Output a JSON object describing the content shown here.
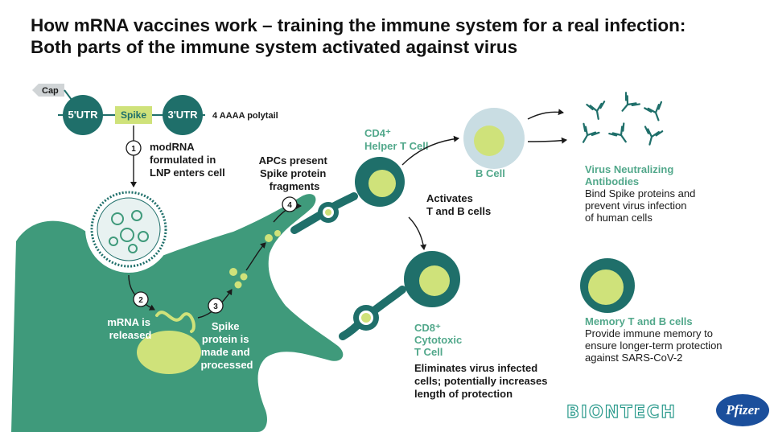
{
  "title": {
    "line1": "How mRNA vaccines work – training the immune system for a real infection:",
    "line2": "Both parts of the immune system activated against virus"
  },
  "mrna_construct": {
    "cap": "Cap",
    "utr5": "5'UTR",
    "spike": "Spike",
    "utr3": "3'UTR",
    "polytail": "4 AAAA polytail"
  },
  "steps": [
    {
      "number": "1",
      "text": [
        "modRNA",
        "formulated in",
        "LNP enters cell"
      ]
    },
    {
      "number": "2",
      "text": [
        "mRNA is",
        "released"
      ]
    },
    {
      "number": "3",
      "text": [
        "Spike",
        "protein is",
        "made and",
        "processed"
      ]
    },
    {
      "number": "4",
      "text": [
        "APCs present",
        "Spike protein",
        "fragments"
      ]
    }
  ],
  "cells": {
    "helper": [
      "CD4⁺",
      "Helper T Cell"
    ],
    "activates": [
      "Activates",
      "T and B cells"
    ],
    "bcell": "B Cell",
    "cytotoxic": [
      "CD8⁺",
      "Cytotoxic",
      "T Cell"
    ],
    "cytotoxic_desc": [
      "Eliminates virus infected",
      "cells; potentially increases",
      "length of protection"
    ]
  },
  "antibodies": {
    "title": [
      "Virus Neutralizing",
      "Antibodies"
    ],
    "desc": [
      "Bind Spike proteins and",
      "prevent virus infection",
      "of human cells"
    ]
  },
  "memory": {
    "title": "Memory T and B cells",
    "desc": [
      "Provide immune memory to",
      "ensure longer-term protection",
      "against SARS-CoV-2"
    ]
  },
  "logos": {
    "biontech": "BIONTECH",
    "pfizer": "Pfizer"
  },
  "colors": {
    "cell_green": "#3f9a7b",
    "dark_teal": "#1f6f6a",
    "lime": "#cfe27a",
    "pale_blue": "#c9dde3",
    "label_green": "#52a88b"
  }
}
